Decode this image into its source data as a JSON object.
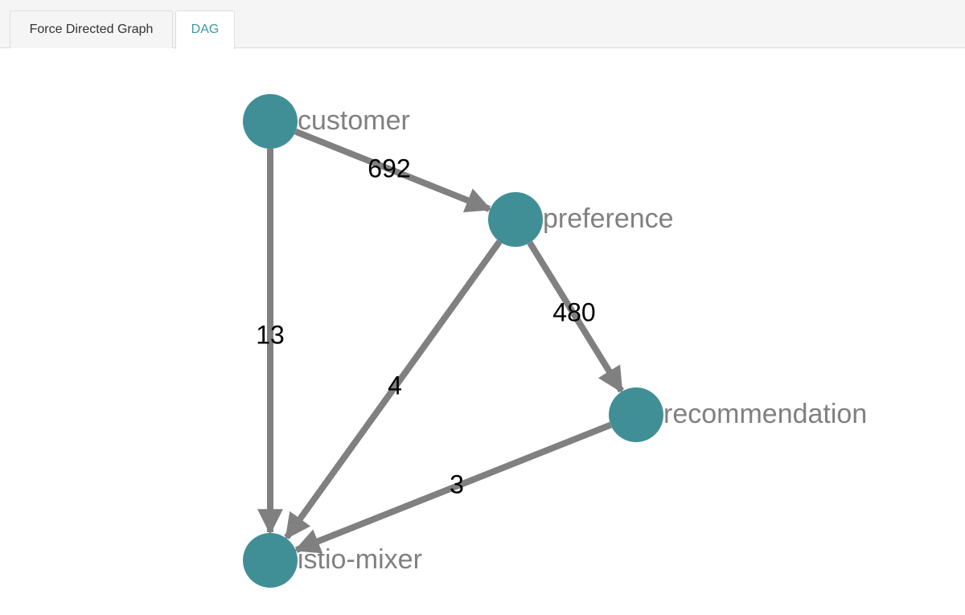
{
  "tabs": [
    {
      "label": "Force Directed Graph",
      "active": false
    },
    {
      "label": "DAG",
      "active": true
    }
  ],
  "colors": {
    "node": "#418f96",
    "edge": "#808080",
    "active_tab": "#3d9a9a"
  },
  "graph": {
    "nodes": [
      {
        "id": "customer",
        "label": "customer"
      },
      {
        "id": "preference",
        "label": "preference"
      },
      {
        "id": "recommendation",
        "label": "recommendation"
      },
      {
        "id": "istio-mixer",
        "label": "istio-mixer"
      }
    ],
    "edges": [
      {
        "source": "customer",
        "target": "preference",
        "label": "692"
      },
      {
        "source": "customer",
        "target": "istio-mixer",
        "label": "13"
      },
      {
        "source": "preference",
        "target": "recommendation",
        "label": "480"
      },
      {
        "source": "preference",
        "target": "istio-mixer",
        "label": "4"
      },
      {
        "source": "recommendation",
        "target": "istio-mixer",
        "label": "3"
      }
    ]
  }
}
